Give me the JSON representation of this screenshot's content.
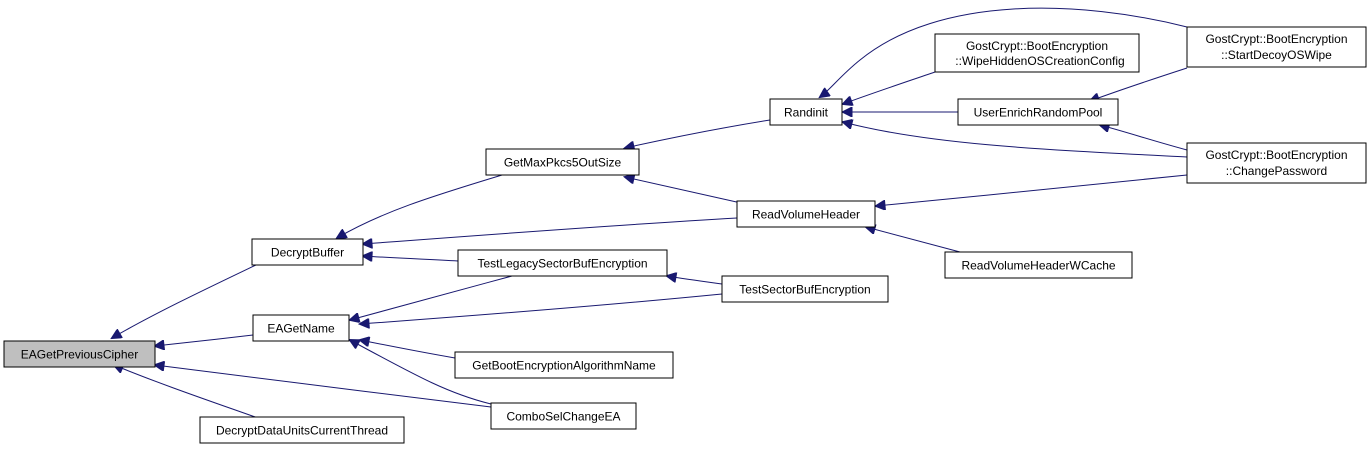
{
  "graph": {
    "edge_color": "#191970",
    "root_fill": "#bfbfbf",
    "nodes": {
      "root": {
        "label": "EAGetPreviousCipher"
      },
      "decrypt_buffer": {
        "label": "DecryptBuffer"
      },
      "ea_get_name": {
        "label": "EAGetName"
      },
      "decrypt_data_units": {
        "label": "DecryptDataUnitsCurrentThread"
      },
      "get_max_pkcs5": {
        "label": "GetMaxPkcs5OutSize"
      },
      "test_legacy": {
        "label": "TestLegacySectorBufEncryption"
      },
      "get_boot_enc_name": {
        "label": "GetBootEncryptionAlgorithmName"
      },
      "combo_sel": {
        "label": "ComboSelChangeEA"
      },
      "randinit": {
        "label": "Randinit"
      },
      "read_volume_header": {
        "label": "ReadVolumeHeader"
      },
      "test_sector": {
        "label": "TestSectorBufEncryption"
      },
      "wipe_hidden": {
        "line1": "GostCrypt::BootEncryption",
        "line2": "::WipeHiddenOSCreationConfig"
      },
      "user_enrich": {
        "label": "UserEnrichRandomPool"
      },
      "read_vh_wcache": {
        "label": "ReadVolumeHeaderWCache"
      },
      "start_decoy": {
        "line1": "GostCrypt::BootEncryption",
        "line2": "::StartDecoyOSWipe"
      },
      "change_password": {
        "line1": "GostCrypt::BootEncryption",
        "line2": "::ChangePassword"
      }
    }
  }
}
